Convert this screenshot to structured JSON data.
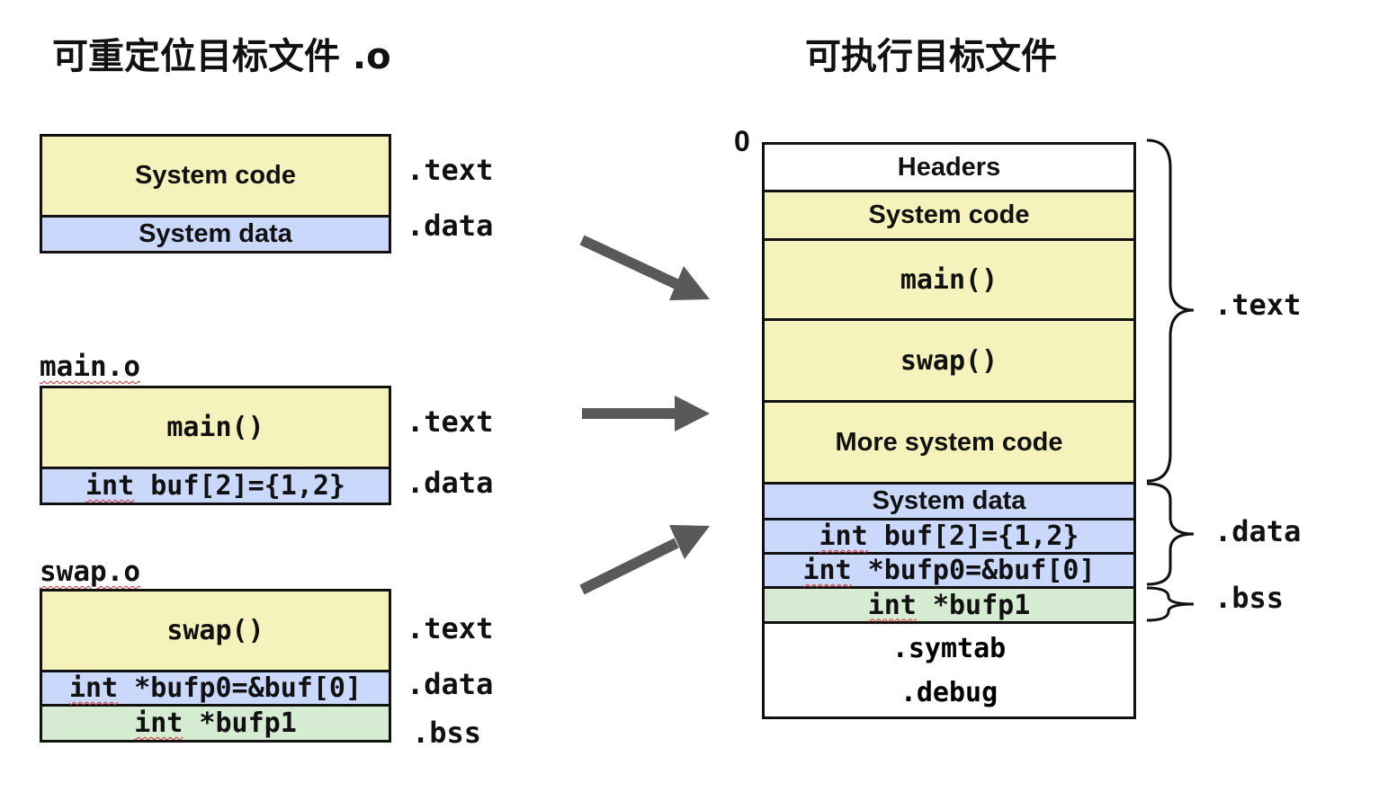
{
  "titles": {
    "relocatable": "可重定位目标文件 .o",
    "executable": "可执行目标文件"
  },
  "relocatable": {
    "system": {
      "cells": [
        "System code",
        "System data"
      ],
      "sections": [
        ".text",
        ".data"
      ]
    },
    "main": {
      "filename": "main.o",
      "func": "main()",
      "data_decl_keyword": "int",
      "data_decl_rest": " buf[2]={1,2}",
      "sections": [
        ".text",
        ".data"
      ]
    },
    "swap": {
      "filename": "swap.o",
      "func": "swap()",
      "data_keyword": "int",
      "data_rest": " *bufp0=&buf[0]",
      "bss_keyword": "int",
      "bss_rest": " *bufp1",
      "sections": [
        ".text",
        ".data",
        ".bss"
      ]
    }
  },
  "executable": {
    "start_address": "0",
    "headers": "Headers",
    "system_code": "System code",
    "main_func": "main()",
    "swap_func": "swap()",
    "more_code": "More system code",
    "system_data": "System data",
    "buf_keyword": "int",
    "buf_rest": " buf[2]={1,2}",
    "bufp0_keyword": "int",
    "bufp0_rest": " *bufp0=&buf[0]",
    "bufp1_keyword": "int",
    "bufp1_rest": " *bufp1",
    "symtab": ".symtab",
    "debug": ".debug",
    "brace_labels": [
      ".text",
      ".data",
      ".bss"
    ]
  },
  "colors": {
    "code": "#f5f3bb",
    "data": "#c9d8fb",
    "bss": "#d6ecd2",
    "arrow": "#595959",
    "wavy_underline": "#cc2a2a"
  }
}
